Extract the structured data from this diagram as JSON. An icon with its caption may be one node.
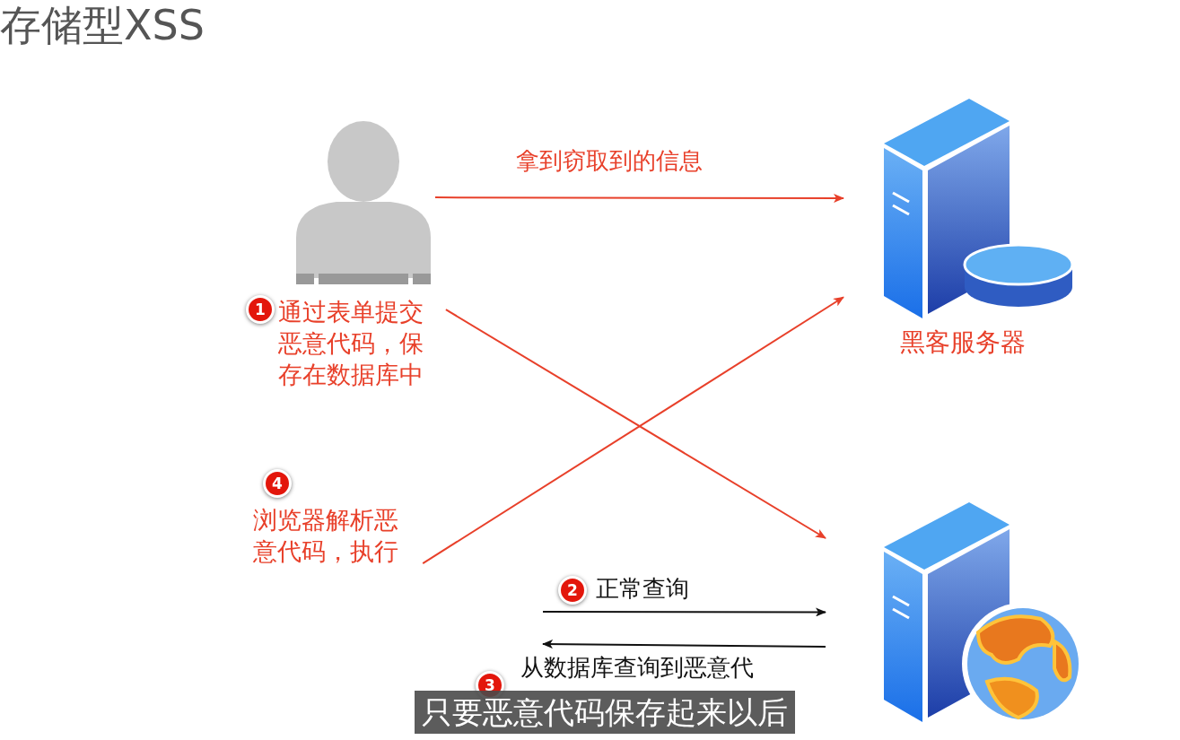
{
  "diagram": {
    "title": "存储型XSS",
    "nodes": [
      {
        "text": [],
        "shape": "person"
      },
      {
        "text": [
          "黑客服务器"
        ]
      },
      {
        "text": [
          "1"
        ]
      },
      {
        "text": [
          "通过表单提交恶意代码，保存在数据库中"
        ]
      },
      {
        "text": [
          "4"
        ]
      },
      {
        "text": [
          "浏览器解析恶意代码，执行"
        ]
      },
      {
        "text": [],
        "shape": "picture"
      },
      {
        "text": [
          "2"
        ]
      },
      {
        "text": [
          "3"
        ]
      }
    ],
    "edges": [
      {
        "from": 0,
        "to": 1,
        "arrow": "to",
        "label": "拿到窃取到的信息"
      },
      {
        "from": 3,
        "to": 6,
        "arrow": "to"
      },
      {
        "from": 5,
        "to": 1,
        "arrow": "to"
      },
      {
        "from": null,
        "to": 6,
        "arrow": "to",
        "label": "正常查询",
        "color": "#111111"
      },
      {
        "from": 6,
        "to": null,
        "arrow": "to",
        "label": "从数据库查询到恶意代",
        "color": "#111111"
      }
    ],
    "labels": [
      "只要恶意代码保存起来以后"
    ]
  }
}
